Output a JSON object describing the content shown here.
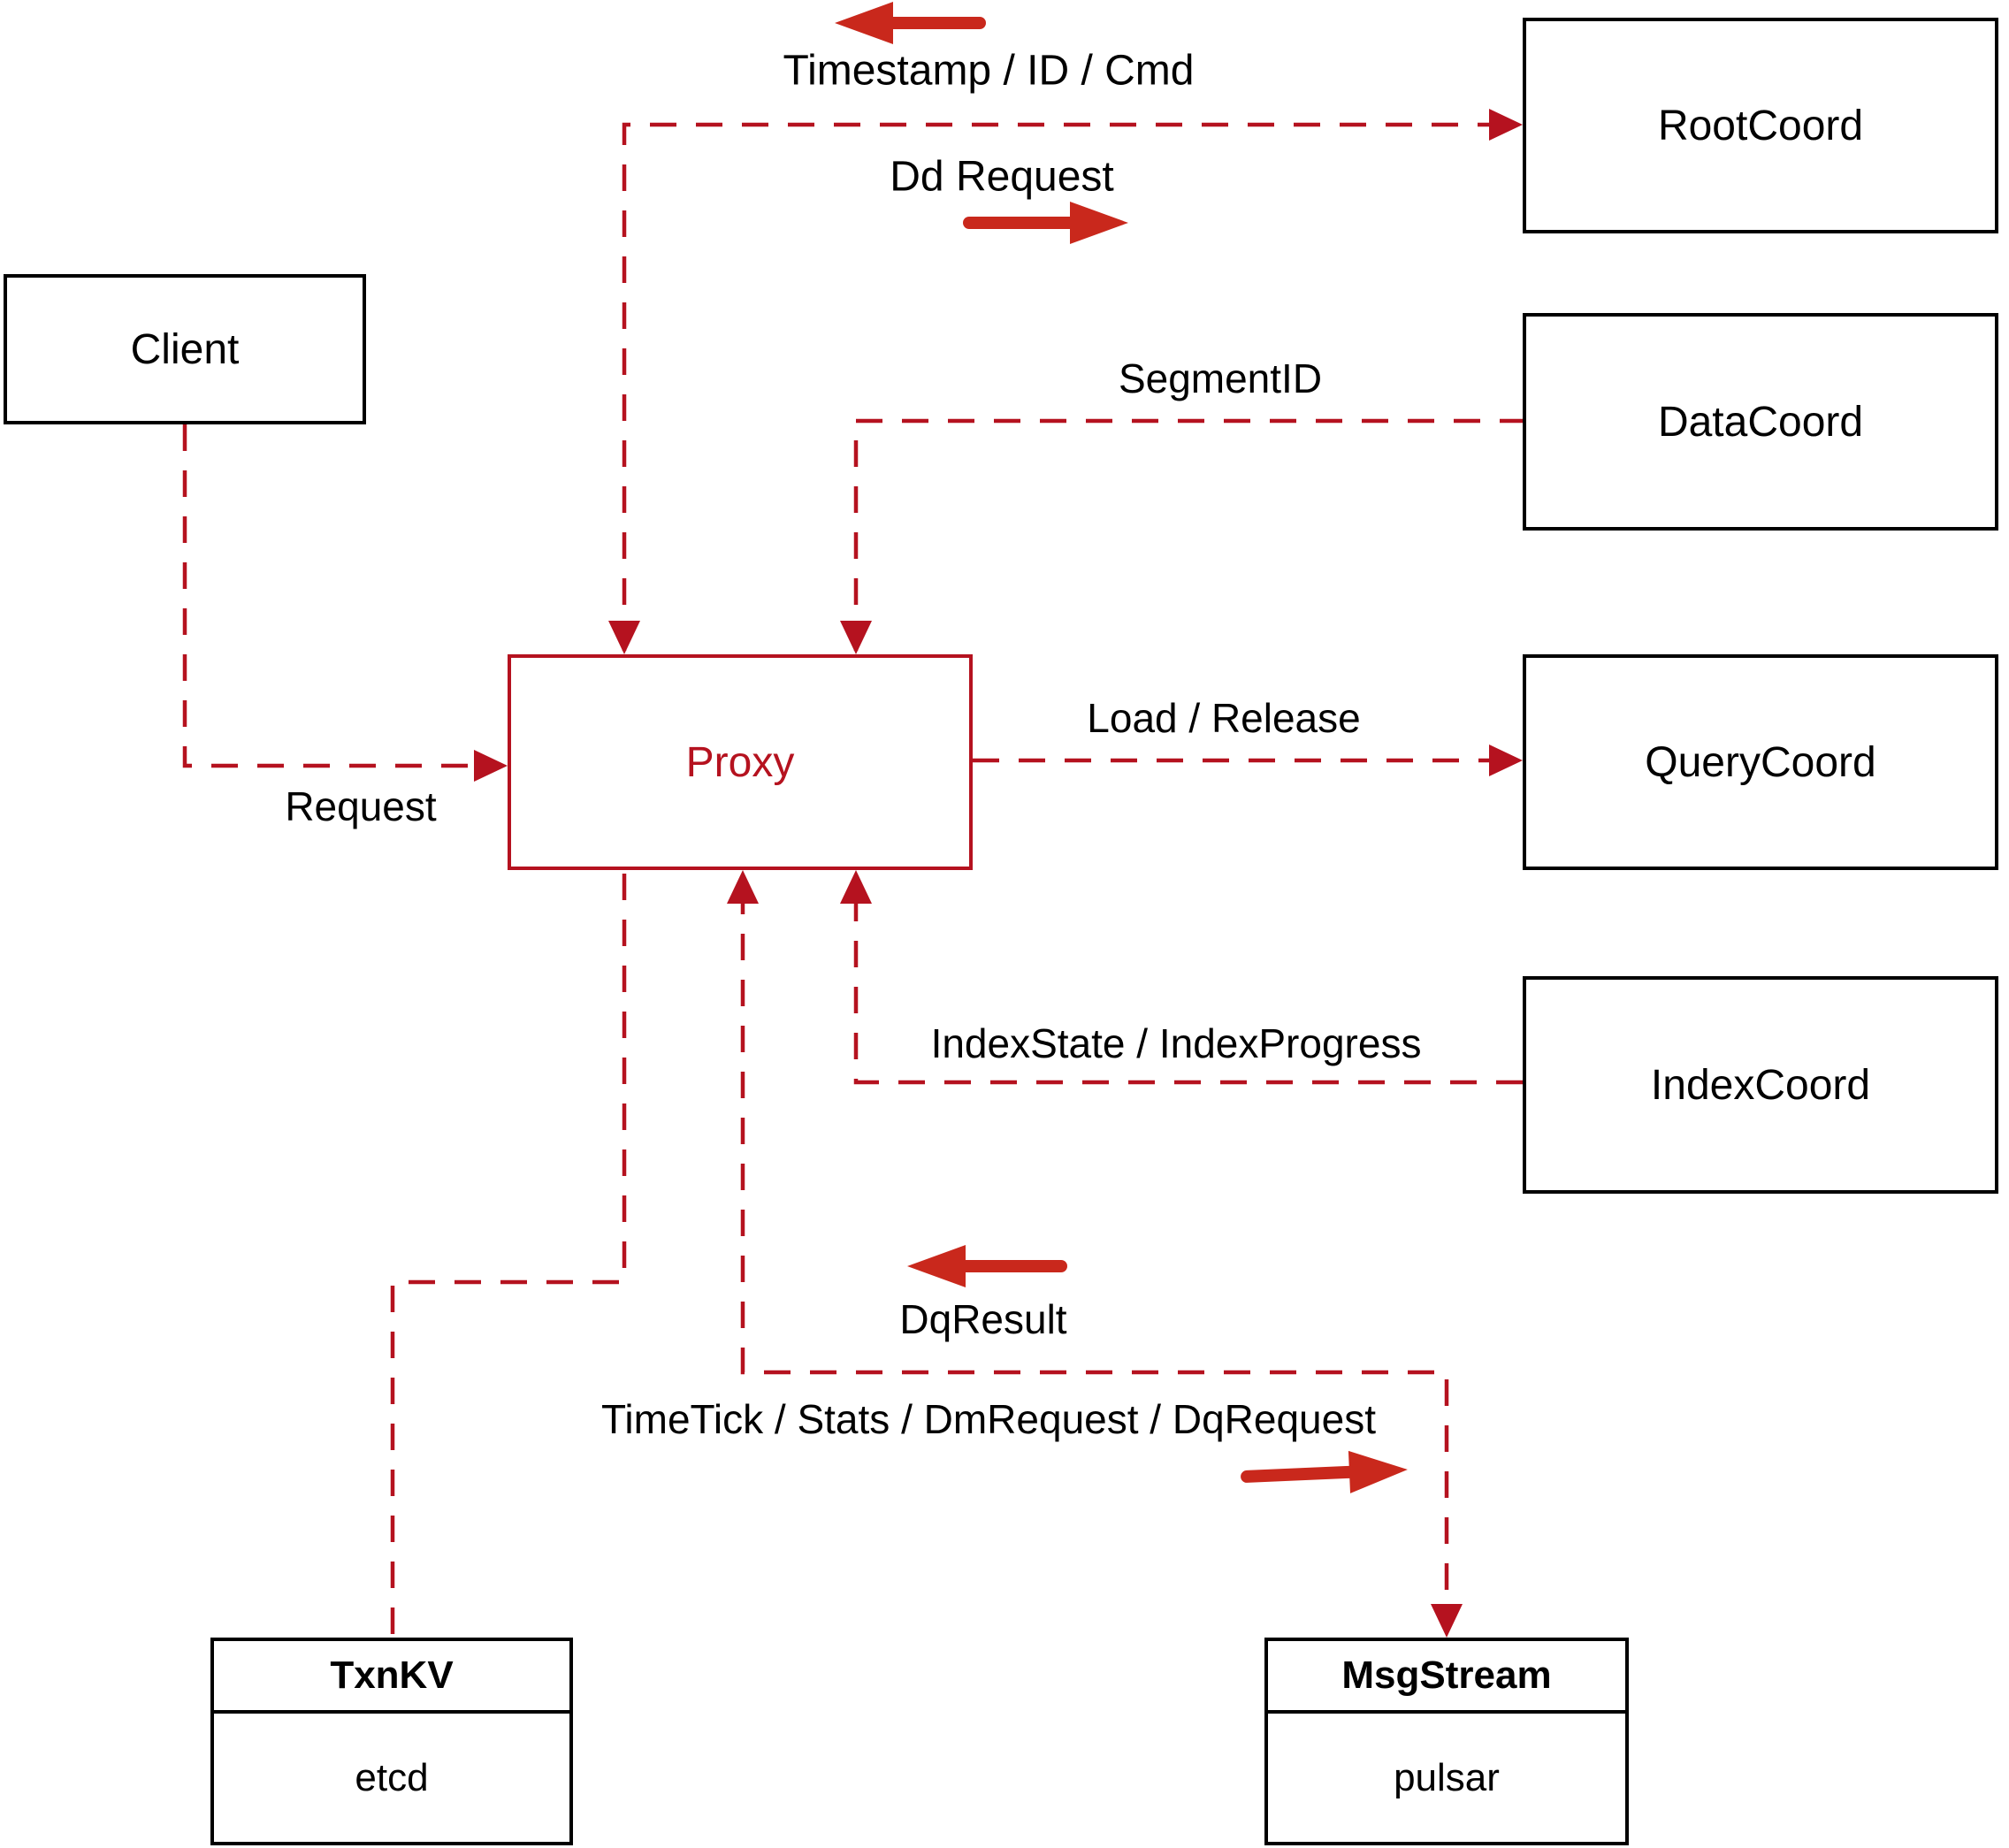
{
  "diagram": {
    "description": "Milvus proxy architecture diagram",
    "nodes": {
      "client": {
        "label": "Client"
      },
      "proxy": {
        "label": "Proxy"
      },
      "root_coord": {
        "label": "RootCoord"
      },
      "data_coord": {
        "label": "DataCoord"
      },
      "query_coord": {
        "label": "QueryCoord"
      },
      "index_coord": {
        "label": "IndexCoord"
      },
      "txn_kv": {
        "title": "TxnKV",
        "impl": "etcd"
      },
      "msg_stream": {
        "title": "MsgStream",
        "impl": "pulsar"
      }
    },
    "edge_labels": {
      "timestamp_id_cmd": "Timestamp / ID / Cmd",
      "dd_request": "Dd Request",
      "segment_id": "SegmentID",
      "request": "Request",
      "load_release": "Load / Release",
      "index_state": "IndexState / IndexProgress",
      "dq_result": "DqResult",
      "time_tick": "TimeTick / Stats / DmRequest / DqRequest"
    },
    "edges": [
      {
        "from": "proxy",
        "to": "root_coord",
        "labels": [
          "Timestamp / ID / Cmd",
          "Dd Request"
        ],
        "direction": "bidirectional",
        "style": "dashed"
      },
      {
        "from": "data_coord",
        "to": "proxy",
        "labels": [
          "SegmentID"
        ],
        "direction": "to-proxy",
        "style": "dashed"
      },
      {
        "from": "client",
        "to": "proxy",
        "labels": [
          "Request"
        ],
        "direction": "to-proxy",
        "style": "dashed"
      },
      {
        "from": "proxy",
        "to": "query_coord",
        "labels": [
          "Load / Release"
        ],
        "direction": "to-querycoord",
        "style": "dashed"
      },
      {
        "from": "index_coord",
        "to": "proxy",
        "labels": [
          "IndexState / IndexProgress"
        ],
        "direction": "to-proxy",
        "style": "dashed"
      },
      {
        "from": "proxy",
        "to": "txn_kv",
        "labels": [],
        "direction": "none",
        "style": "dashed"
      },
      {
        "from": "proxy",
        "to": "msg_stream",
        "labels": [
          "DqResult",
          "TimeTick / Stats / DmRequest / DqRequest"
        ],
        "direction": "bidirectional",
        "style": "dashed"
      }
    ],
    "colors": {
      "dashed_line": "#b5121f",
      "solid_arrow": "#c9281c",
      "proxy_accent": "#b5121f",
      "node_border": "#000000",
      "text": "#000000",
      "background": "#ffffff"
    }
  }
}
